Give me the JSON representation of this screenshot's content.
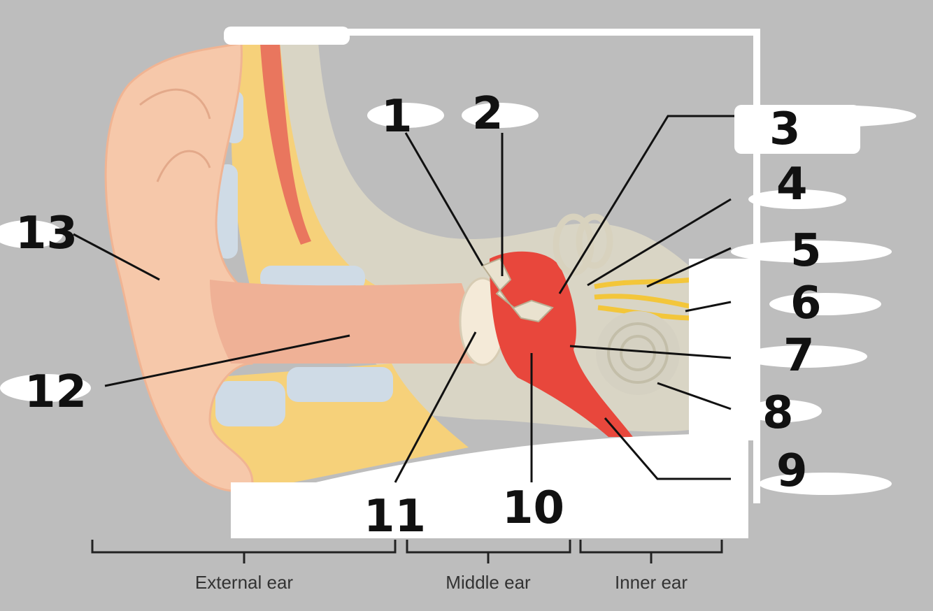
{
  "diagram": {
    "label_numbers": [
      "1",
      "2",
      "3",
      "4",
      "5",
      "6",
      "7",
      "8",
      "9",
      "10",
      "11",
      "12",
      "13"
    ],
    "sections": [
      {
        "label": "External ear"
      },
      {
        "label": "Middle ear"
      },
      {
        "label": "Inner ear"
      }
    ]
  },
  "colors": {
    "background": "#bdbdbd",
    "skin": "#f6c8aa",
    "muscle": "#e9765e",
    "fat": "#f6d17a",
    "bone": "#d9d5c5",
    "cartilage": "#cfdbe6",
    "cavity": "#e8473c",
    "nerve": "#f3c63a"
  }
}
